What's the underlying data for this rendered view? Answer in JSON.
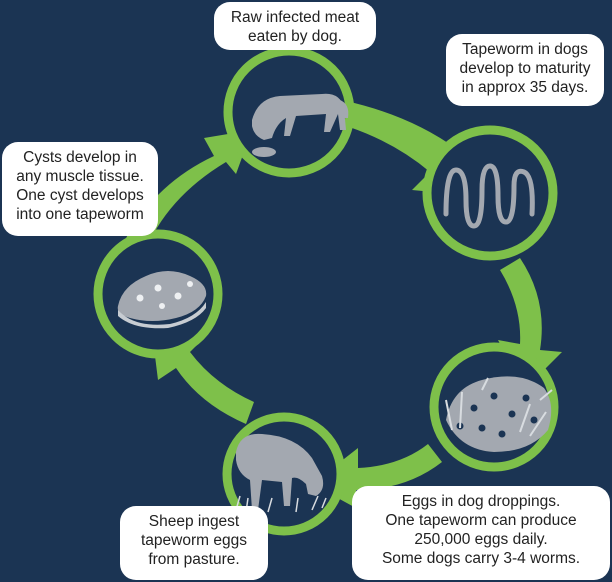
{
  "colors": {
    "background": "#1b3453",
    "arrow": "#7ec04a",
    "stage_fill": "#1b3453",
    "illustration": "#a3a8b0",
    "bubble": "#ffffff",
    "text": "#222222"
  },
  "stages": [
    {
      "id": "dog-eating",
      "icon": "dog-eating-icon",
      "lines": [
        "Raw infected meat",
        "eaten by dog."
      ]
    },
    {
      "id": "tapeworm",
      "icon": "tapeworm-icon",
      "lines": [
        "Tapeworm in dogs",
        "develop to maturity",
        "in approx 35 days."
      ]
    },
    {
      "id": "eggs",
      "icon": "dog-droppings-icon",
      "lines": [
        "Eggs in dog droppings.",
        "One tapeworm can produce",
        "250,000 eggs daily.",
        "Some dogs carry 3-4 worms."
      ]
    },
    {
      "id": "sheep",
      "icon": "sheep-grazing-icon",
      "lines": [
        "Sheep ingest",
        "tapeworm eggs",
        "from pasture."
      ]
    },
    {
      "id": "cysts",
      "icon": "meat-cysts-icon",
      "lines": [
        "Cysts develop in",
        "any muscle tissue.",
        "One cyst develops",
        "into one tapeworm"
      ]
    }
  ]
}
